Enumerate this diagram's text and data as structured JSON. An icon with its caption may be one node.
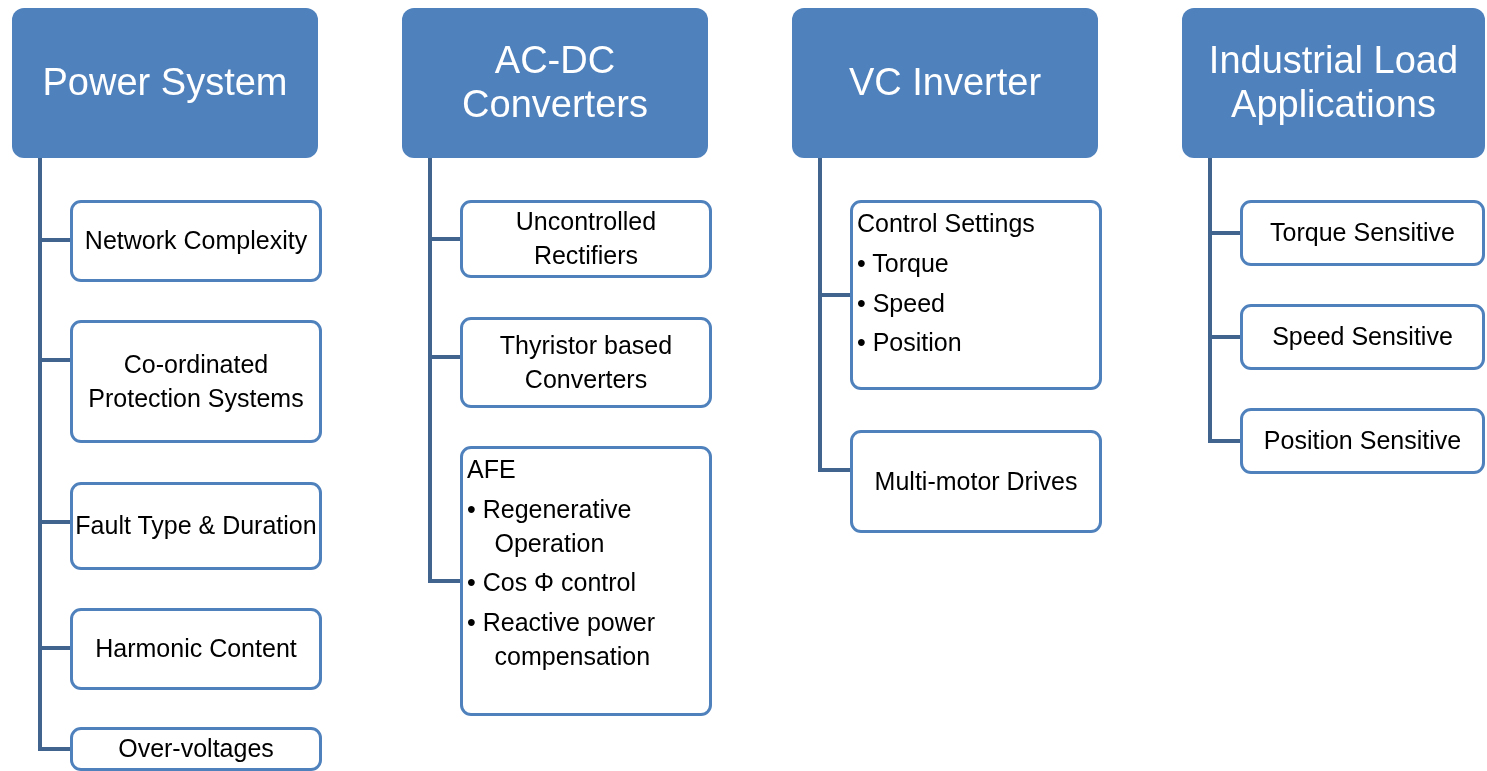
{
  "diagram": {
    "nodes": [
      {
        "text": [
          "Power System"
        ]
      },
      {
        "text": [
          "Network Complexity"
        ]
      },
      {
        "text": [
          "Co-ordinated Protection Systems"
        ]
      },
      {
        "text": [
          "Fault Type & Duration"
        ]
      },
      {
        "text": [
          "Harmonic Content"
        ]
      },
      {
        "text": [
          "Over-voltages"
        ]
      },
      {
        "text": [
          "AC-DC Converters"
        ]
      },
      {
        "text": [
          "Uncontrolled Rectifiers"
        ]
      },
      {
        "text": [
          "Thyristor based Converters"
        ]
      },
      {
        "text": [
          "AFE",
          "• Regenerative Operation",
          "• Cos Φ control",
          "• Reactive power compensation"
        ]
      },
      {
        "text": [
          "VC Inverter"
        ]
      },
      {
        "text": [
          "Control Settings",
          "• Torque",
          "• Speed",
          "• Position"
        ]
      },
      {
        "text": [
          "Multi-motor Drives"
        ]
      },
      {
        "text": [
          "Industrial Load Applications"
        ]
      },
      {
        "text": [
          "Torque Sensitive"
        ]
      },
      {
        "text": [
          "Speed Sensitive"
        ]
      },
      {
        "text": [
          "Position Sensitive"
        ]
      }
    ],
    "edges": [
      {
        "from": 0,
        "to": 1,
        "arrow": "none"
      },
      {
        "from": 0,
        "to": 2,
        "arrow": "none"
      },
      {
        "from": 0,
        "to": 3,
        "arrow": "none"
      },
      {
        "from": 0,
        "to": 4,
        "arrow": "none"
      },
      {
        "from": 0,
        "to": 5,
        "arrow": "none"
      },
      {
        "from": 6,
        "to": 7,
        "arrow": "none"
      },
      {
        "from": 6,
        "to": 8,
        "arrow": "none"
      },
      {
        "from": 6,
        "to": 9,
        "arrow": "none"
      },
      {
        "from": 10,
        "to": 11,
        "arrow": "none"
      },
      {
        "from": 10,
        "to": 12,
        "arrow": "none"
      },
      {
        "from": 13,
        "to": 14,
        "arrow": "none"
      },
      {
        "from": 13,
        "to": 15,
        "arrow": "none"
      },
      {
        "from": 13,
        "to": 16,
        "arrow": "none"
      }
    ]
  }
}
